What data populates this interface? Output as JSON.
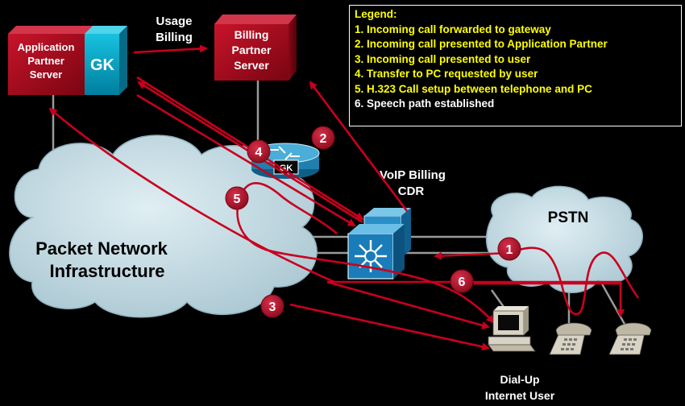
{
  "legend": {
    "title": "Legend:",
    "items": [
      "1. Incoming call forwarded to gateway",
      "2. Incoming call presented to Application Partner",
      "3. Incoming call presented to user",
      "4. Transfer to PC requested by user",
      "5. H.323 Call setup between telephone and PC",
      "6. Speech path established"
    ]
  },
  "labels": {
    "app_server": [
      "Application",
      "Partner",
      "Server"
    ],
    "gk_box": "GK",
    "usage_billing": [
      "Usage",
      "Billing"
    ],
    "billing_server": [
      "Billing",
      "Partner",
      "Server"
    ],
    "router_gk": "GK",
    "voip_billing": [
      "VoIP Billing",
      "CDR"
    ],
    "packet_network": [
      "Packet Network",
      "Infrastructure"
    ],
    "pstn": "PSTN",
    "dialup_user": [
      "Dial-Up",
      "Internet User"
    ]
  },
  "badges": [
    "1",
    "2",
    "3",
    "4",
    "5",
    "6"
  ],
  "colors": {
    "background": "#000000",
    "server_red": "#a50d1c",
    "gk_blue": "#00a8c8",
    "cloud": "#c6dbe2",
    "path_red": "#c8001e",
    "legend_text": "#ffff00",
    "switch_blue": "#1a7cb8"
  }
}
